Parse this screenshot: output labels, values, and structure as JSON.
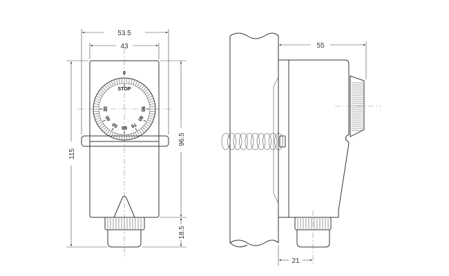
{
  "drawing": {
    "front_view": {
      "dim_width_outer": "53.5",
      "dim_width_body": "43",
      "dim_height_total": "115",
      "dim_height_body": "96.5",
      "dim_height_gland": "18.5",
      "dial": {
        "top_mark": "0",
        "stop_label": "STOP",
        "scale": [
          "30",
          "40",
          "50",
          "60",
          "70",
          "80",
          "90"
        ]
      }
    },
    "side_view": {
      "dim_depth": "55",
      "dim_gland_offset": "21"
    }
  }
}
